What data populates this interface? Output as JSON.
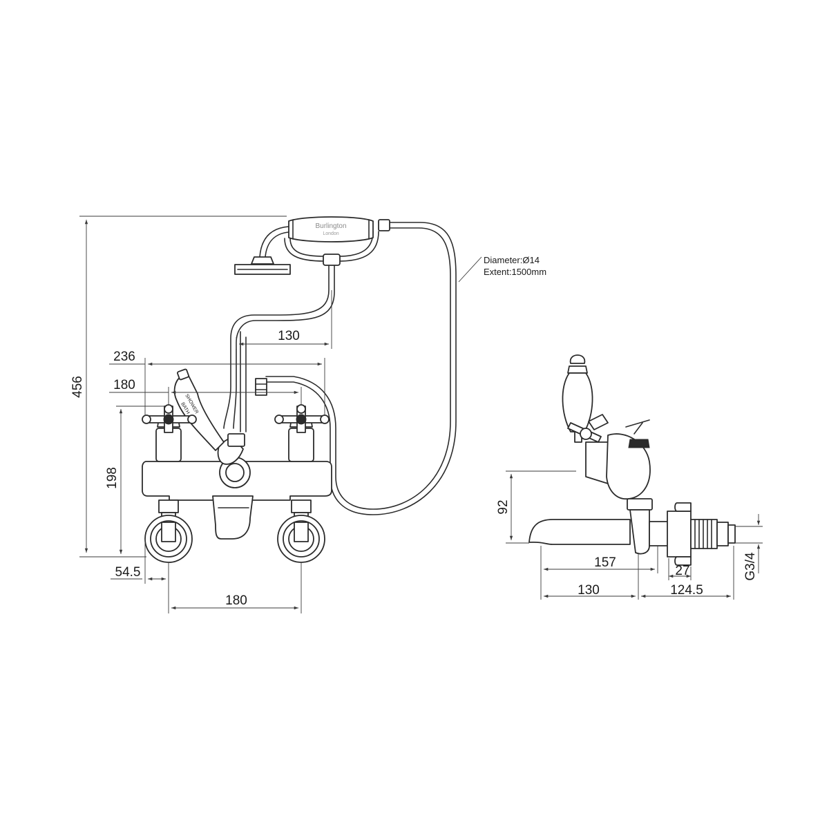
{
  "diagram": {
    "hose_note": {
      "diameter": "Diameter:Ø14",
      "extent": "Extent:1500mm"
    },
    "handset": {
      "brand": "Burlington",
      "city": "London"
    },
    "diverter": {
      "shower": "SHOWER",
      "bath": "BATH"
    },
    "front_view_dimensions": {
      "overall_height": "456",
      "hose_offset": "130",
      "overall_width": "236",
      "handle_centres": "180",
      "body_height": "198",
      "inlet_offset": "54.5",
      "inlet_centres": "180"
    },
    "side_view_dimensions": {
      "spout_height": "92",
      "spout_reach": "157",
      "flange": "27",
      "spout_to_body": "130",
      "body_to_inlet": "124.5",
      "thread": "G3/4"
    }
  }
}
